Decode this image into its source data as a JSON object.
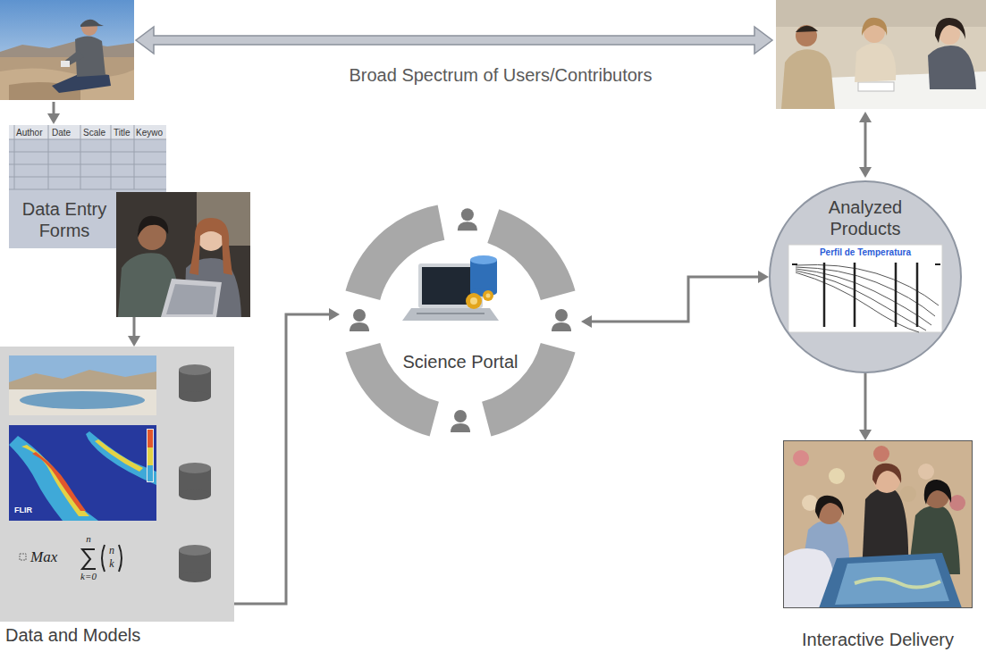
{
  "diagram": {
    "nodes": [
      {
        "text": [
          "Data Entry Forms"
        ]
      },
      {
        "text": [
          "Data and Models"
        ]
      },
      {
        "text": [
          "Science Portal"
        ]
      },
      {
        "text": [
          "Analyzed Products"
        ]
      },
      {
        "text": [
          "Interactive Delivery"
        ]
      }
    ],
    "edges": [
      {
        "from": 0,
        "to": 1,
        "arrow": "to"
      },
      {
        "from": 1,
        "to": 2,
        "arrow": "to"
      },
      {
        "from": 2,
        "to": 3,
        "arrow": "both"
      },
      {
        "from": 3,
        "to": 4,
        "arrow": "to"
      }
    ],
    "labels": [
      "Broad Spectrum of Users/Contributors",
      "Author",
      "Date",
      "Scale",
      "Title",
      "Keywo",
      "FLIR",
      "Max",
      "n",
      "k=0",
      "n",
      "k",
      "Perfil de Temperatura"
    ]
  }
}
